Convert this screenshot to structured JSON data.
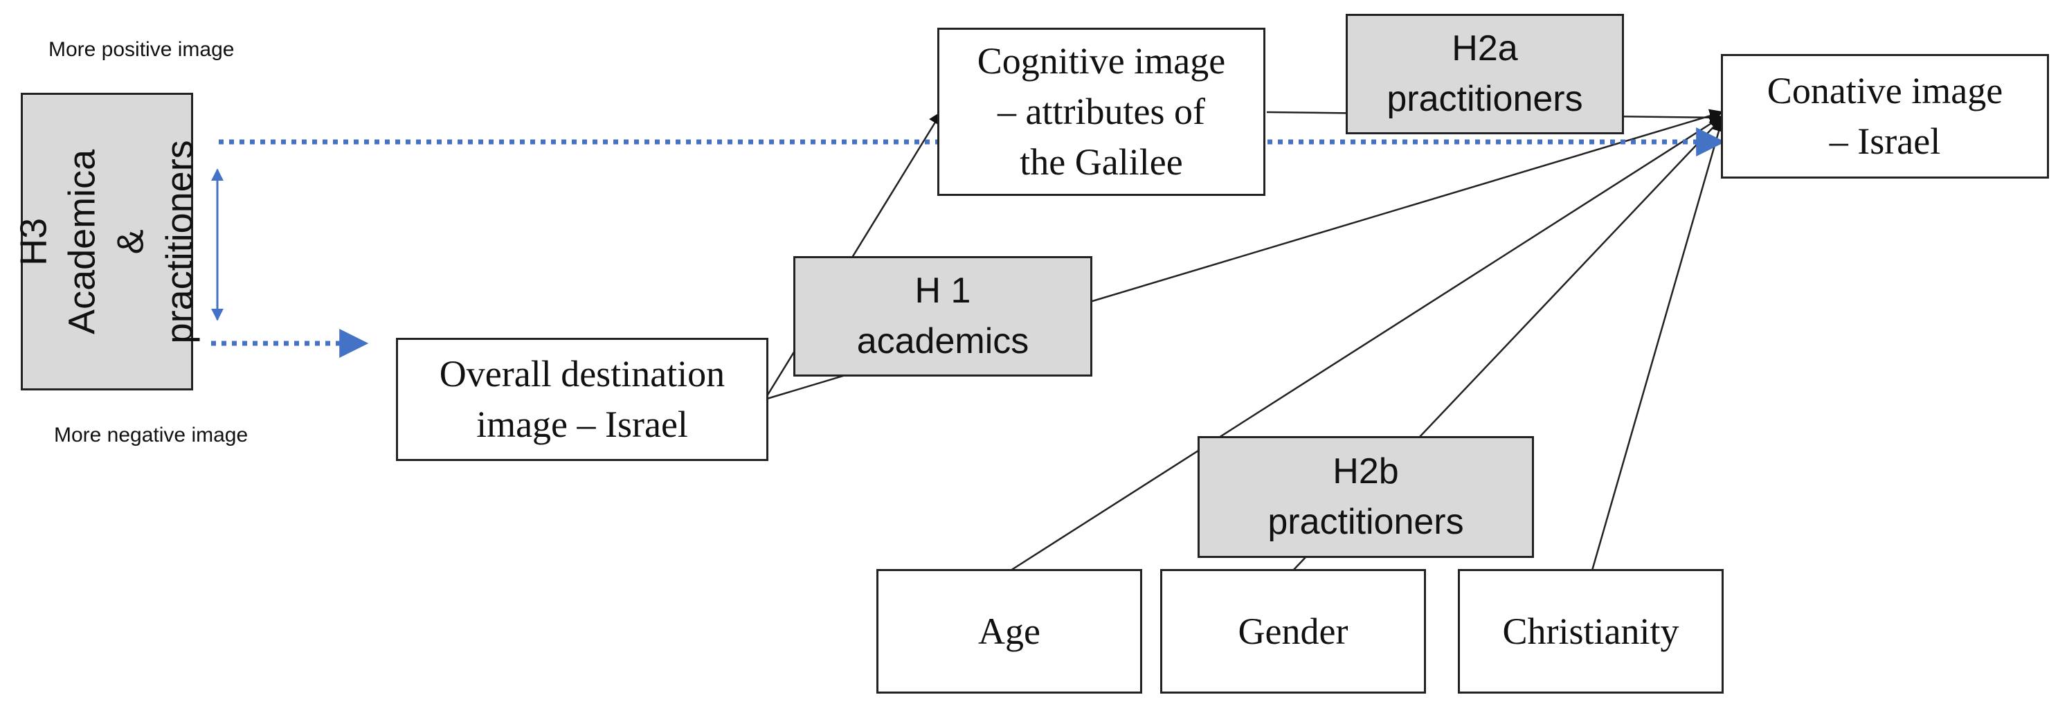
{
  "notes": {
    "positive": "More positive image",
    "negative": "More negative image"
  },
  "h3": {
    "text": "H3\nAcademica &\npractitioners"
  },
  "nodes": {
    "cognitive": "Cognitive image\n– attributes of\nthe Galilee",
    "conative": "Conative image\n– Israel",
    "overall": "Overall destination\nimage – Israel",
    "age": "Age",
    "gender": "Gender",
    "christianity": "Christianity"
  },
  "hypotheses": {
    "h1": "H 1\nacademics",
    "h2a": "H2a\npractitioners",
    "h2b": "H2b\npractitioners"
  },
  "colors": {
    "accent_blue": "#4472c4",
    "line": "#222222",
    "hyp_fill": "#d9d9d9"
  }
}
